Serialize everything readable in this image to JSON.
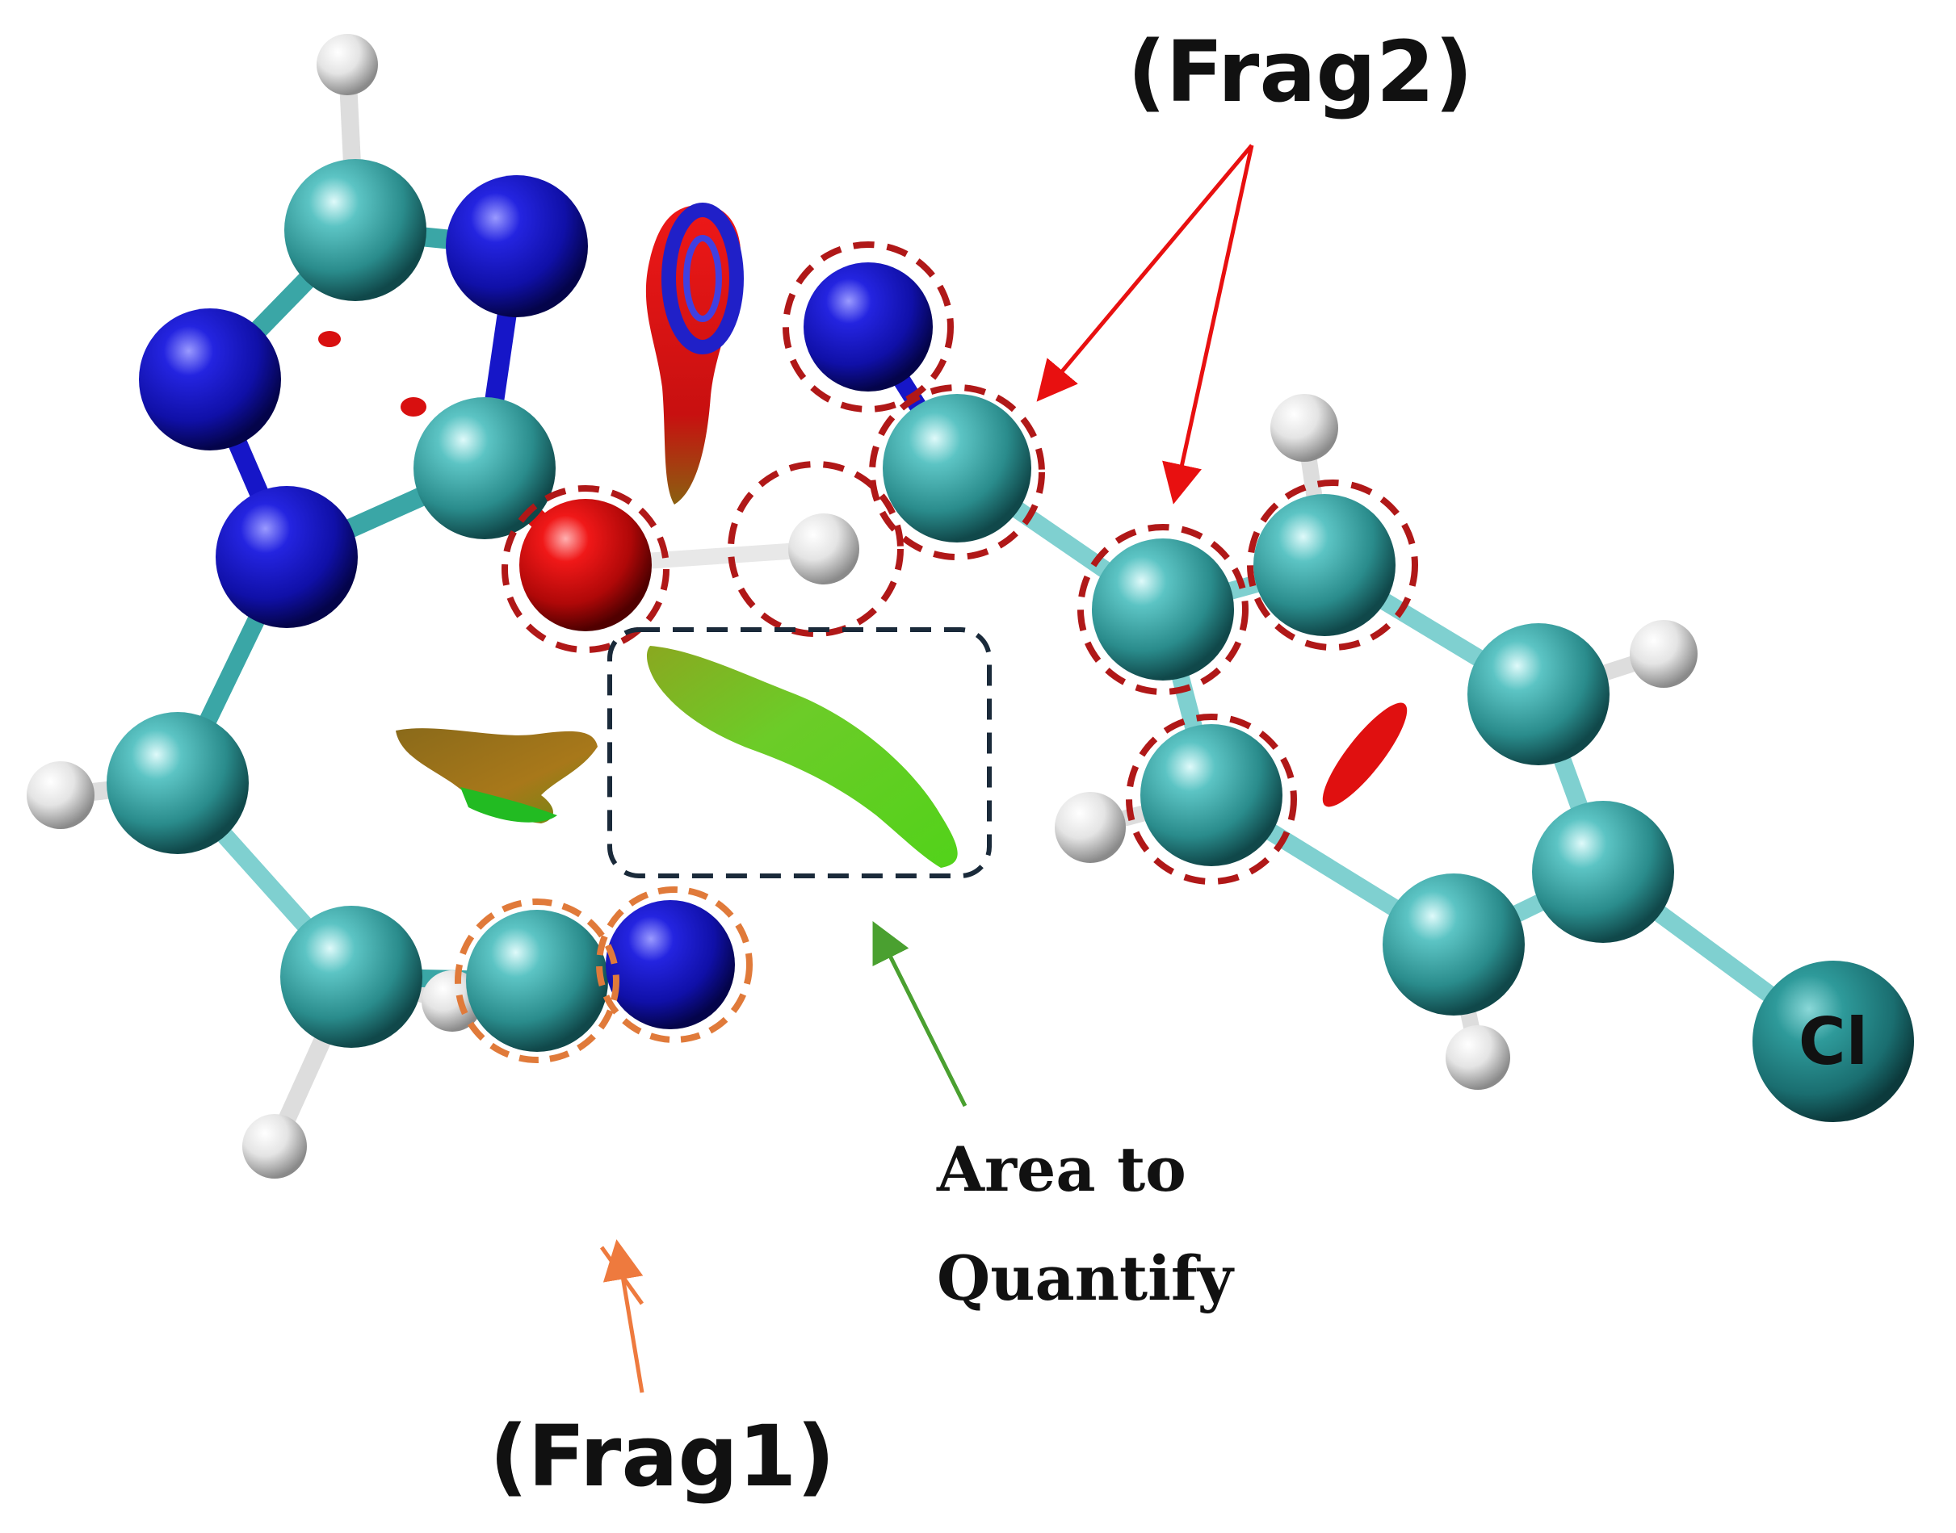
{
  "labels": {
    "frag2": "(Frag2)",
    "frag1": "(Frag1)",
    "area_line1": "Area to",
    "area_line2": "Quantify",
    "cl": "Cl"
  },
  "colors": {
    "carbon": "#3aa6a6",
    "nitrogen": "#1616c8",
    "oxygen": "#e01010",
    "hydrogen": "#eeeeee",
    "frag2_ring": "#b01818",
    "frag1_ring": "#e07a3a",
    "area_box": "#1a2a3a",
    "frag2_arrow": "#e81010",
    "frag1_arrow": "#ee7a3e",
    "area_arrow": "#4aa030",
    "isosurface_green": "#66cc22",
    "isosurface_red": "#d81010"
  }
}
